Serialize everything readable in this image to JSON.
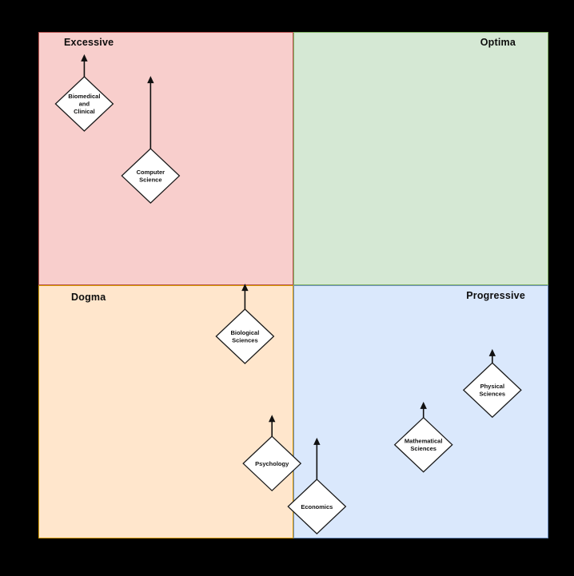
{
  "chart_data": {
    "type": "scatter",
    "subtype": "quadrant-chart",
    "title": "",
    "axis_tick_labels_visible": false,
    "x_range": [
      0,
      1
    ],
    "y_range": [
      0,
      1
    ],
    "background_color": "#000000",
    "quadrants": [
      {
        "position": "top-left",
        "label": "Excessive",
        "fill": "#f8cecc",
        "border_color": "#b85450",
        "label_align": "left"
      },
      {
        "position": "top-right",
        "label": "Optima",
        "fill": "#d5e8d4",
        "border_color": "#82b366",
        "label_align": "right"
      },
      {
        "position": "bottom-left",
        "label": "Dogma",
        "fill": "#ffe6cc",
        "border_color": "#d79b00",
        "label_align": "left"
      },
      {
        "position": "bottom-right",
        "label": "Progressive",
        "fill": "#dae8fc",
        "border_color": "#6c8ebf",
        "label_align": "right"
      }
    ],
    "marker": {
      "shape": "diamond",
      "fill": "#ffffff",
      "stroke": "#1a1a1a",
      "arrow_color": "#111111",
      "arrow_direction": "up"
    },
    "points": [
      {
        "label_lines": [
          "Biomedical",
          "and",
          "Clinical"
        ],
        "x": 0.09,
        "y": 0.858,
        "arrow_tip_y": 0.956
      },
      {
        "label_lines": [
          "Computer",
          "Science"
        ],
        "x": 0.22,
        "y": 0.716,
        "arrow_tip_y": 0.913
      },
      {
        "label_lines": [
          "Biological",
          "Sciences"
        ],
        "x": 0.405,
        "y": 0.399,
        "arrow_tip_y": 0.503
      },
      {
        "label_lines": [
          "Psychology"
        ],
        "x": 0.458,
        "y": 0.148,
        "arrow_tip_y": 0.244
      },
      {
        "label_lines": [
          "Economics"
        ],
        "x": 0.546,
        "y": 0.063,
        "arrow_tip_y": 0.199
      },
      {
        "label_lines": [
          "Mathematical",
          "Sciences"
        ],
        "x": 0.755,
        "y": 0.185,
        "arrow_tip_y": 0.27
      },
      {
        "label_lines": [
          "Physical",
          "Sciences"
        ],
        "x": 0.89,
        "y": 0.293,
        "arrow_tip_y": 0.374
      }
    ]
  }
}
